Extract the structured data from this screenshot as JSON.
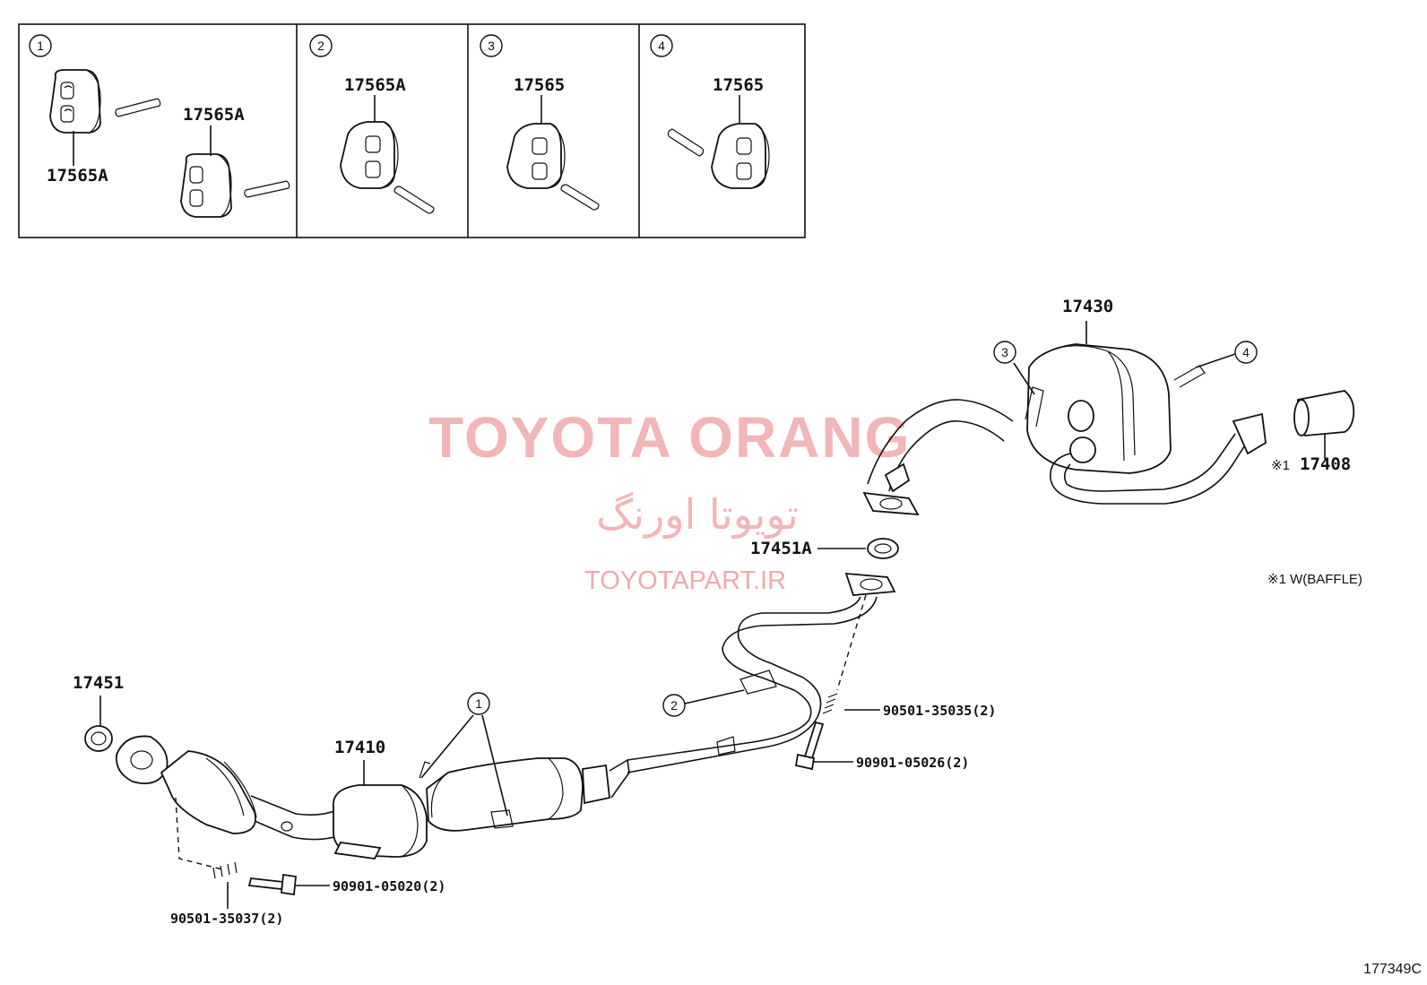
{
  "inset": {
    "panels": [
      {
        "number": "1",
        "labels": [
          "17565A",
          "17565A"
        ]
      },
      {
        "number": "2",
        "labels": [
          "17565A"
        ]
      },
      {
        "number": "3",
        "labels": [
          "17565"
        ]
      },
      {
        "number": "4",
        "labels": [
          "17565"
        ]
      }
    ]
  },
  "parts": {
    "muffler_tail": "17430",
    "tail_pipe": "17408",
    "gasket_a": "17451A",
    "gasket": "17451",
    "converter": "17410",
    "spring_upper": "90501-35035(2)",
    "bolt_upper": "90901-05026(2)",
    "bolt_lower": "90901-05020(2)",
    "spring_lower": "90501-35037(2)"
  },
  "callouts": {
    "c1": "1",
    "c2": "2",
    "c3": "3",
    "c4": "4"
  },
  "notes": {
    "tail_mark": "※1",
    "baffle": "※1 W(BAFFLE)"
  },
  "watermark": {
    "line1": "TOYOTA ORANG",
    "line2": "تویوتا اورنگ",
    "line3": "TOYOTAPART.IR"
  },
  "diagram_code": "177349C"
}
